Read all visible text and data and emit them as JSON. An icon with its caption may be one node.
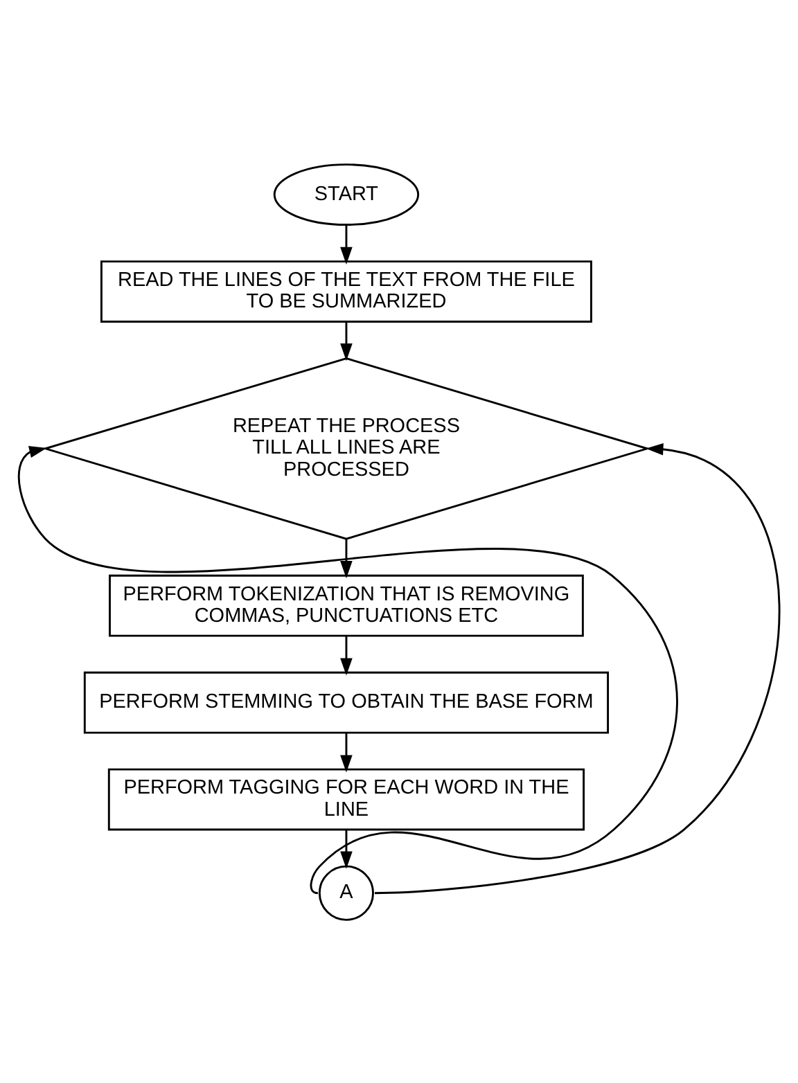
{
  "diagram": {
    "nodes": [
      {
        "text": [
          "START"
        ]
      },
      {
        "text": [
          "READ THE LINES OF THE TEXT FROM THE FILE TO BE SUMMARIZED"
        ]
      },
      {
        "text": [
          "REPEAT THE PROCESS TILL ALL LINES ARE PROCESSED"
        ]
      },
      {
        "text": [
          "PERFORM TOKENIZATION THAT IS REMOVING COMMAS, PUNCTUATIONS ETC"
        ]
      },
      {
        "text": [
          "PERFORM STEMMING TO OBTAIN THE BASE FORM"
        ]
      },
      {
        "text": [
          "PERFORM TAGGING FOR EACH WORD IN THE LINE"
        ]
      },
      {
        "text": [
          "A"
        ]
      }
    ],
    "edges": [
      {
        "from": 0,
        "to": 1,
        "arrow": "to"
      },
      {
        "from": 1,
        "to": 2,
        "arrow": "to"
      },
      {
        "from": 2,
        "to": 3,
        "arrow": "to"
      },
      {
        "from": 3,
        "to": 4,
        "arrow": "to"
      },
      {
        "from": 4,
        "to": 5,
        "arrow": "to"
      },
      {
        "from": 5,
        "to": 6,
        "arrow": "to"
      },
      {
        "from": 6,
        "to": 2,
        "arrow": "to"
      },
      {
        "from": 6,
        "to": 2,
        "arrow": "to"
      }
    ]
  }
}
